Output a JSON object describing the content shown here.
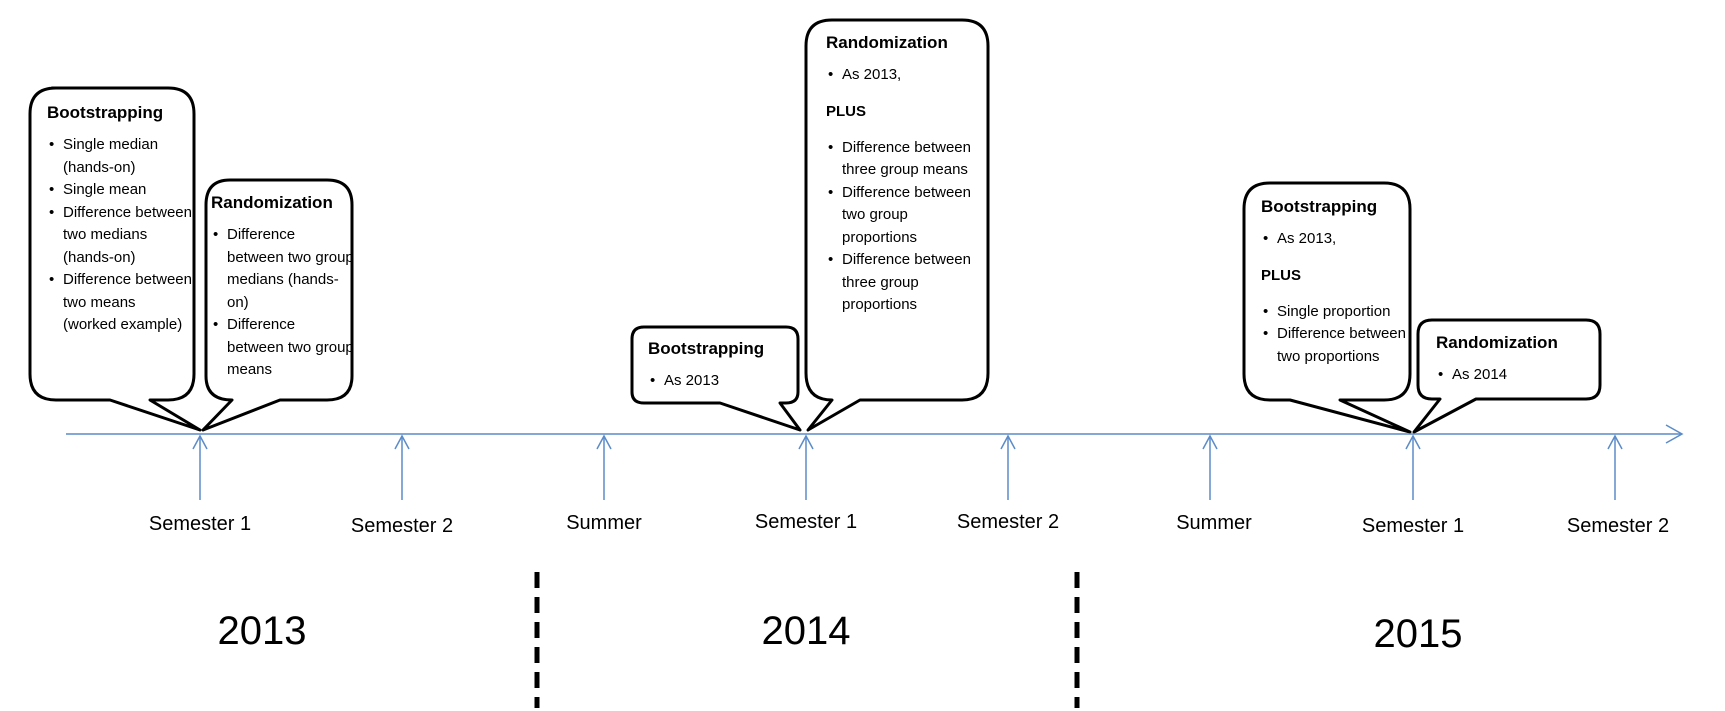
{
  "ticks": [
    {
      "label": "Semester 1"
    },
    {
      "label": "Semester 2"
    },
    {
      "label": "Summer"
    },
    {
      "label": "Semester 1"
    },
    {
      "label": "Semester 2"
    },
    {
      "label": "Summer"
    },
    {
      "label": "Semester 1"
    },
    {
      "label": "Semester 2"
    }
  ],
  "years": [
    "2013",
    "2014",
    "2015"
  ],
  "callouts": [
    {
      "title": "Bootstrapping",
      "items": [
        "Single median (hands-on)",
        "Single mean",
        "Difference between two medians (hands-on)",
        "Difference between two means (worked example)"
      ]
    },
    {
      "title": "Randomization",
      "items": [
        "Difference between two group medians (hands-on)",
        "Difference between two group means"
      ]
    },
    {
      "title": "Bootstrapping",
      "items": [
        "As 2013"
      ]
    },
    {
      "title": "Randomization",
      "intro": "As 2013,",
      "plus": "PLUS",
      "items": [
        "Difference between three group means",
        "Difference between two group proportions",
        "Difference between three group proportions"
      ]
    },
    {
      "title": "Bootstrapping",
      "intro": "As 2013,",
      "plus": "PLUS",
      "items": [
        "Single proportion",
        "Difference between two proportions"
      ]
    },
    {
      "title": "Randomization",
      "items": [
        "As 2014"
      ]
    }
  ],
  "colors": {
    "axis": "#5b8cc8",
    "callout_border": "#000000",
    "divider": "#000000"
  }
}
